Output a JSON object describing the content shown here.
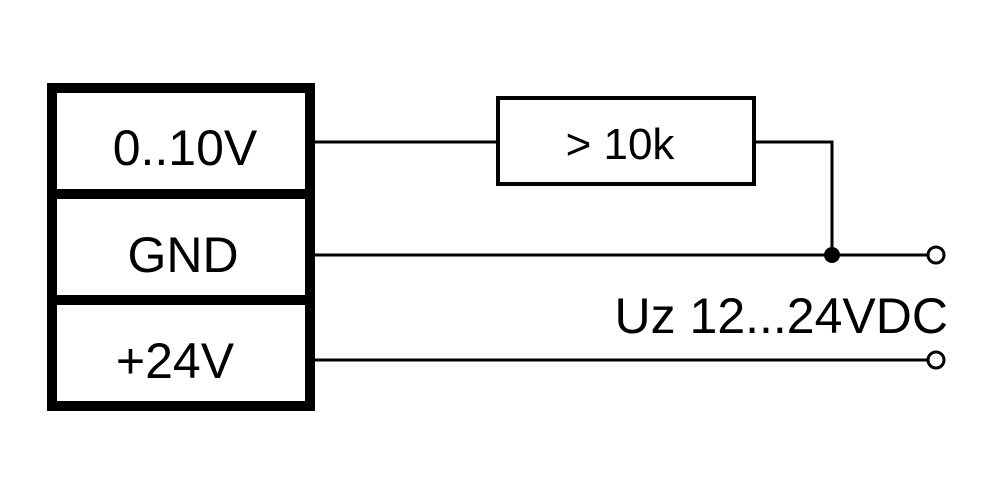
{
  "terminal_block": {
    "terminals": [
      {
        "label": "0..10V"
      },
      {
        "label": "GND"
      },
      {
        "label": "+24V"
      }
    ]
  },
  "resistor": {
    "label": "> 10k"
  },
  "supply": {
    "label": "Uz 12...24VDC"
  }
}
